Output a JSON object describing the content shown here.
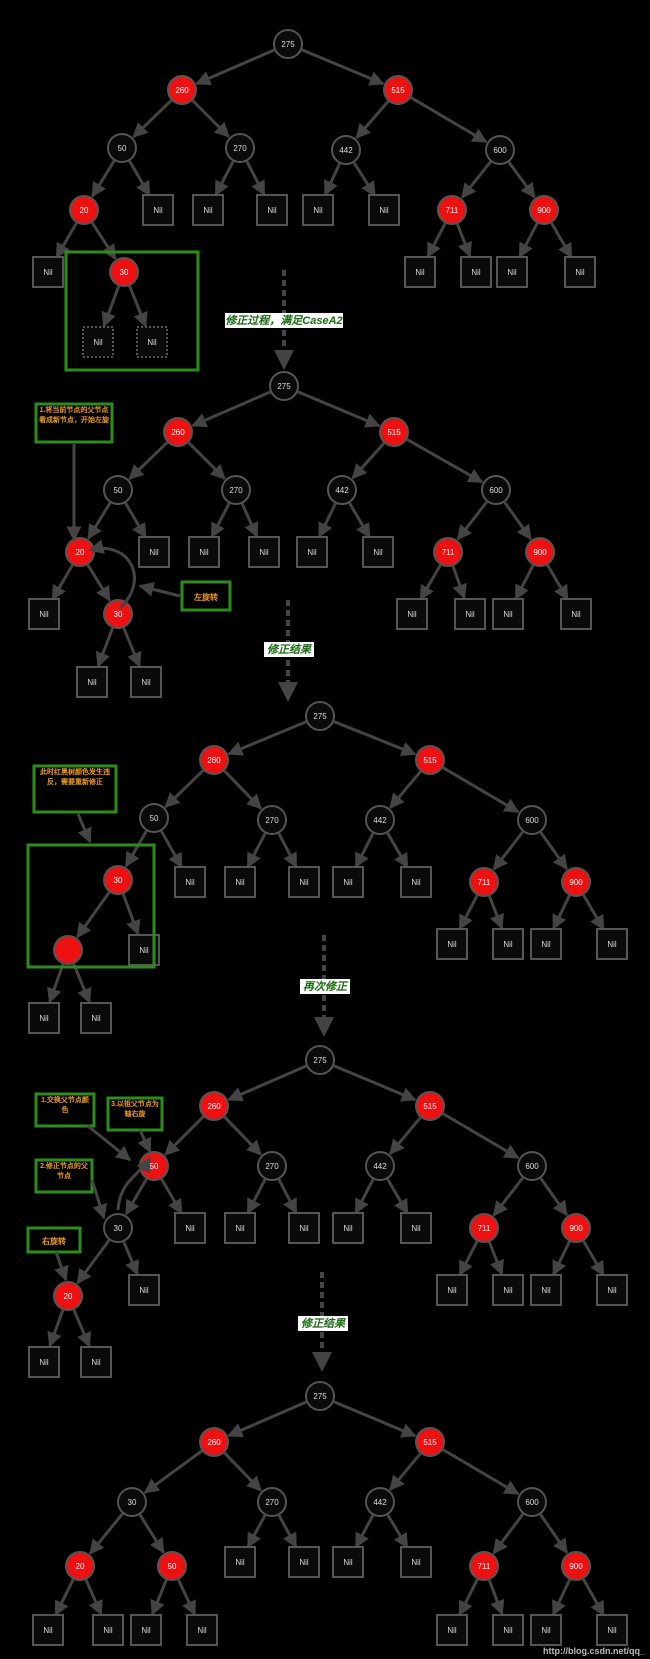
{
  "colors": {
    "background": "#000000",
    "red_node": "#ee1111",
    "black_node": "#0a0a0a",
    "node_stroke": "#555555",
    "edge": "#444444",
    "highlight": "#2e8b1e",
    "label_bg": "#ffffff",
    "label_text": "#1a6a12",
    "note_text": "#ee9922"
  },
  "transitions": [
    "修正过程，满足CaseA2",
    "修正结果",
    "再次修正",
    "修正结果"
  ],
  "notes": {
    "note_a": "1.将当前节点的父节点看成新节点，开始左旋",
    "note_b": "左旋转",
    "note_c": "此时红黑树颜色发生违反，需要重新修正",
    "note_d1": "1.交换父节点颜色",
    "note_d2": "2.修正节点的父节点",
    "note_d3": "3.以祖父节点为轴右旋",
    "note_d4": "右旋转"
  },
  "watermark": "http://blog.csdn.net/qq_"
}
